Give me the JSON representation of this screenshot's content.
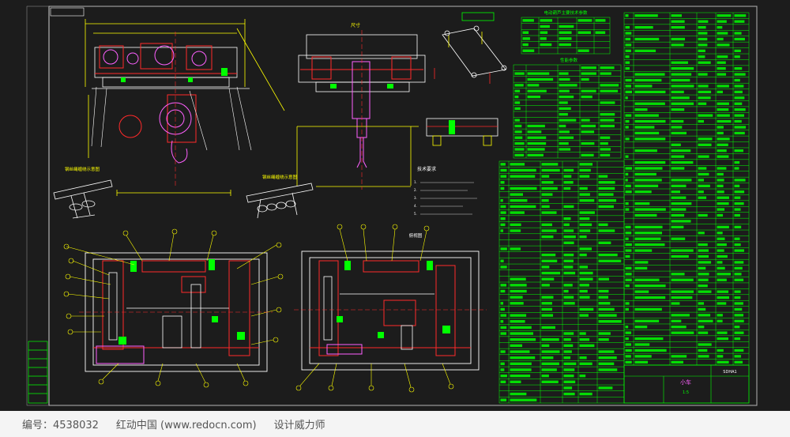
{
  "drawing": {
    "views": [
      {
        "id": "front-view"
      },
      {
        "id": "side-view",
        "title": "尺寸"
      },
      {
        "id": "wire-rope-detail-1",
        "title": "钢丝绳缠绕示意图"
      },
      {
        "id": "wire-rope-detail-2",
        "title": "钢丝绳缠绕示意图"
      },
      {
        "id": "plan-view-left"
      },
      {
        "id": "plan-view-right",
        "title": "俯视图"
      }
    ],
    "tech_requirements": {
      "title": "技术要求",
      "items": [
        "1.",
        "2.",
        "3.",
        "4.",
        "5."
      ]
    },
    "table_motor": {
      "title": "电动葫芦主要技术参数"
    },
    "table_params": {
      "title": "性能参数"
    },
    "title_block": {
      "name": "小车",
      "scale": "1:5",
      "code": "SDHA1"
    },
    "colors": {
      "background": "#1c1c1c",
      "frame": "#cfcfcf",
      "table": "#00ff00",
      "geometry": "#ffff00",
      "red": "#ff2a2a",
      "detail": "#ff60ff",
      "white": "#ffffff",
      "cyan": "#00e5ff"
    }
  },
  "footer": {
    "id_text": "编号：4538032",
    "site_text": "红动中国 (www.redocn.com)",
    "author_text": "设计威力师"
  }
}
